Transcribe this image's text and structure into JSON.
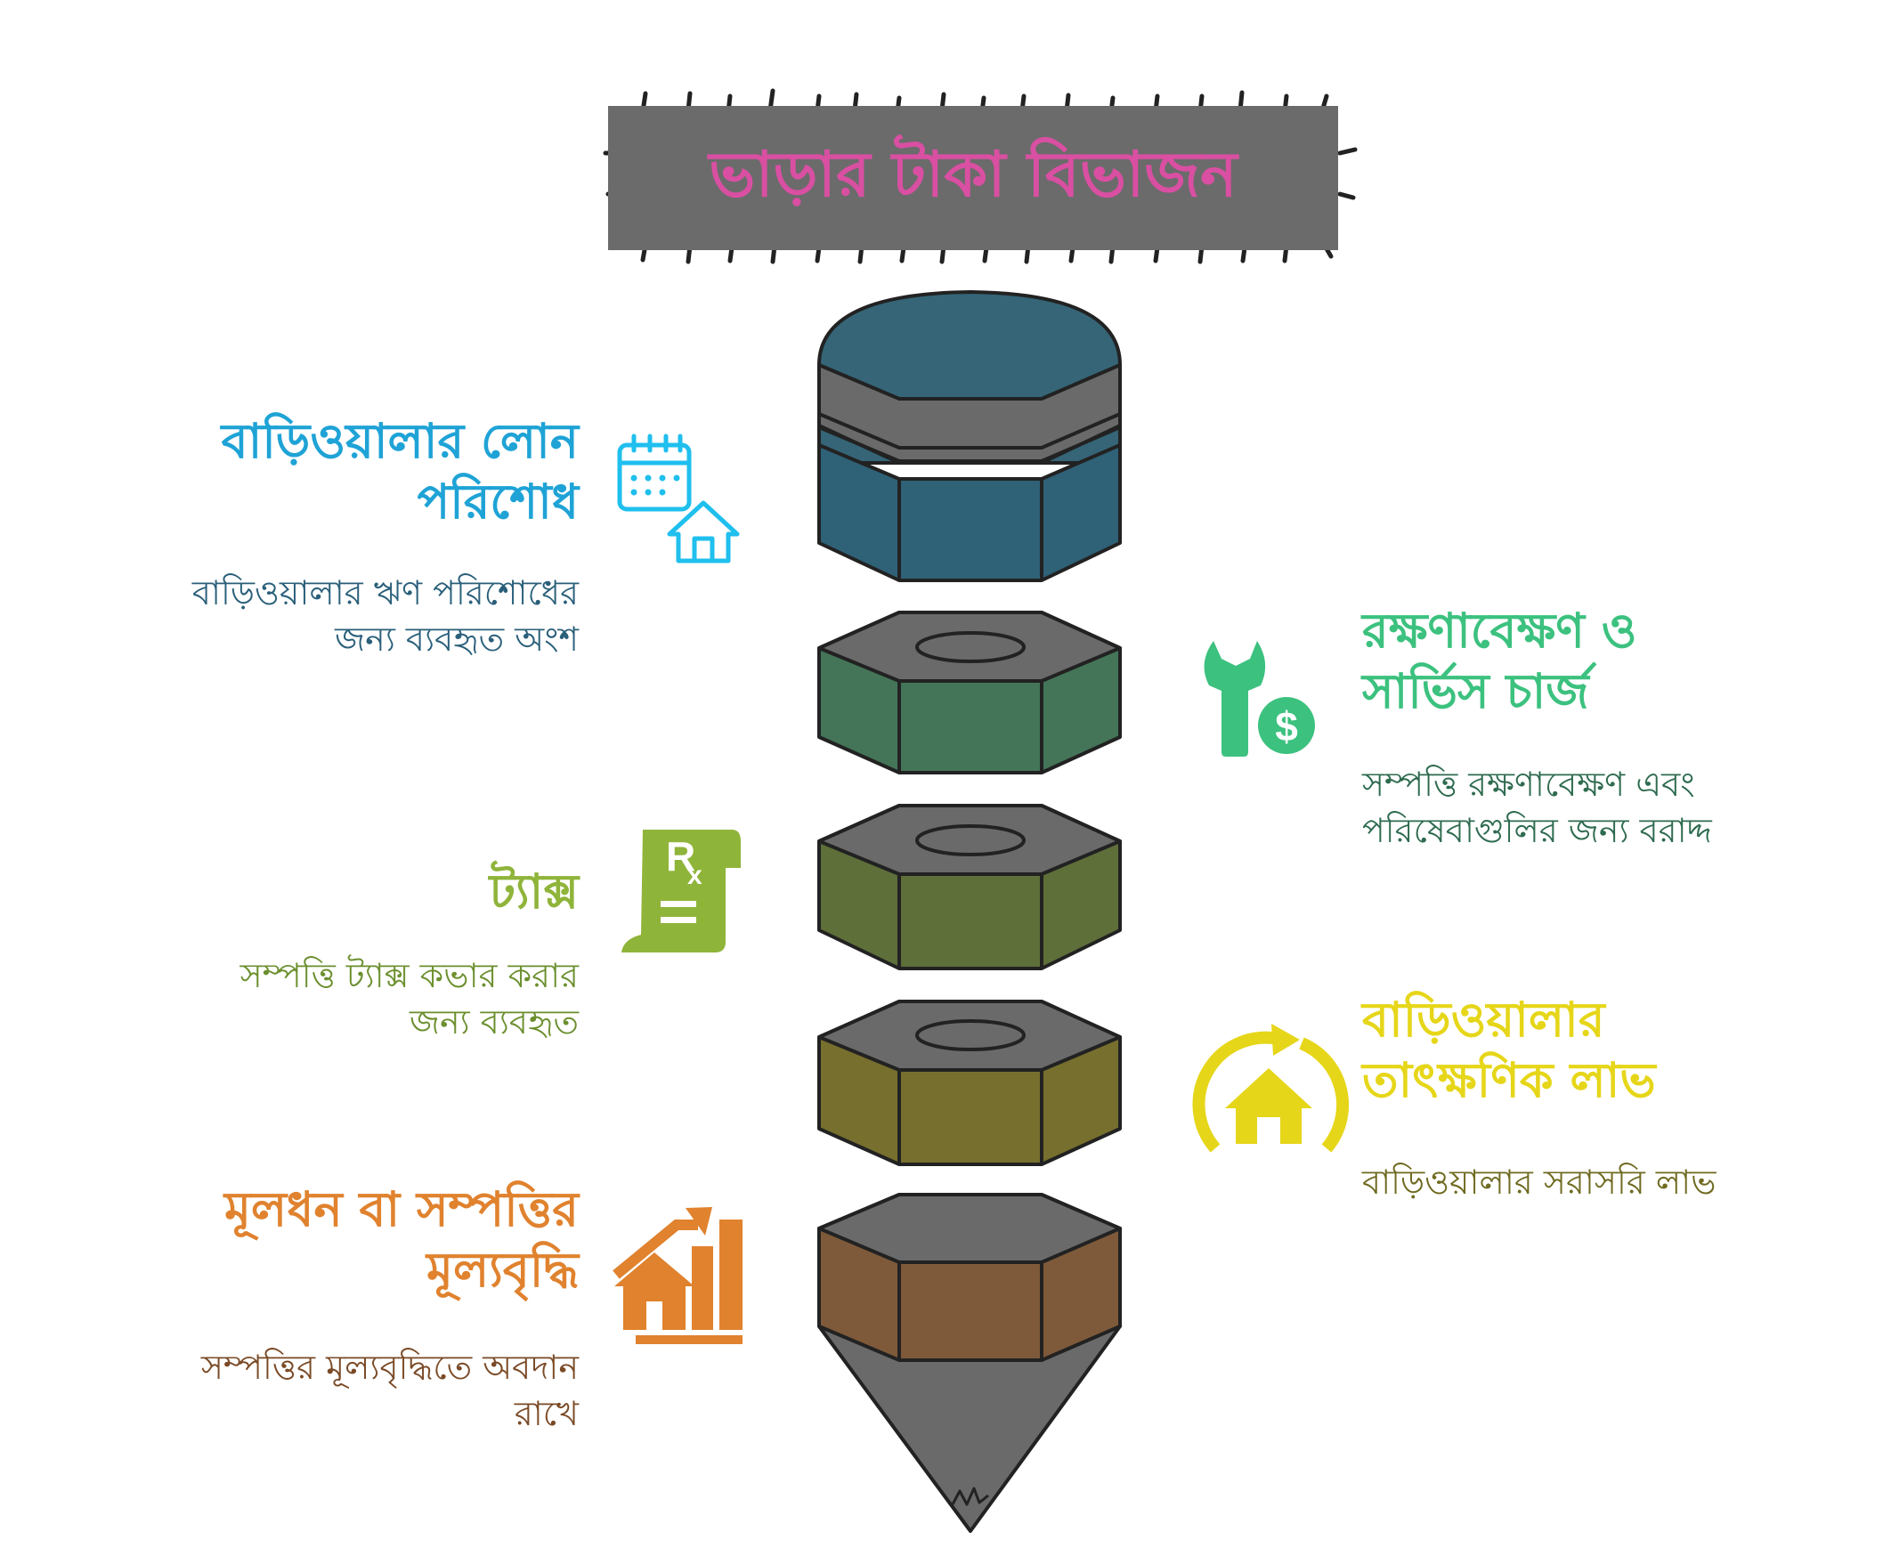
{
  "title": "ভাড়ার টাকা বিভাজন",
  "colors": {
    "title_box": "#6b6b6b",
    "title_text": "#d94fa2",
    "loan": "#1fa3d6",
    "loan_desc": "#2a5f7a",
    "maintenance": "#3cc17f",
    "maintenance_desc": "#2e6b4f",
    "tax": "#8fb43a",
    "tax_desc": "#6b8f2e",
    "profit": "#e6d619",
    "profit_desc": "#6f6a20",
    "appreciation": "#e0822e",
    "appreciation_desc": "#7a4a26"
  },
  "items": [
    {
      "id": "loan",
      "title_line1": "বাড়িওয়ালার লোন",
      "title_line2": "পরিশোধ",
      "desc_line1": "বাড়িওয়ালার ঋণ পরিশোধের",
      "desc_line2": "জন্য ব্যবহৃত অংশ",
      "icon": "calendar-house-icon"
    },
    {
      "id": "maintenance",
      "title_line1": "রক্ষণাবেক্ষণ ও",
      "title_line2": "সার্ভিস চার্জ",
      "desc_line1": "সম্পত্তি রক্ষণাবেক্ষণ এবং",
      "desc_line2": "পরিষেবাগুলির জন্য বরাদ্দ",
      "icon": "wrench-dollar-icon"
    },
    {
      "id": "tax",
      "title_line1": "ট্যাক্স",
      "desc_line1": "সম্পত্তি ট্যাক্স কভার করার",
      "desc_line2": "জন্য ব্যবহৃত",
      "icon": "prescription-icon"
    },
    {
      "id": "profit",
      "title_line1": "বাড়িওয়ালার",
      "title_line2": "তাৎক্ষণিক লাভ",
      "desc_line1": "বাড়িওয়ালার সরাসরি লাভ",
      "icon": "house-cycle-icon"
    },
    {
      "id": "appreciation",
      "title_line1": "মূলধন বা সম্পত্তির",
      "title_line2": "মূল্যবৃদ্ধি",
      "desc_line1": "সম্পত্তির মূল্যবৃদ্ধিতে অবদান",
      "desc_line2": "রাখে",
      "icon": "house-growth-chart-icon"
    }
  ]
}
